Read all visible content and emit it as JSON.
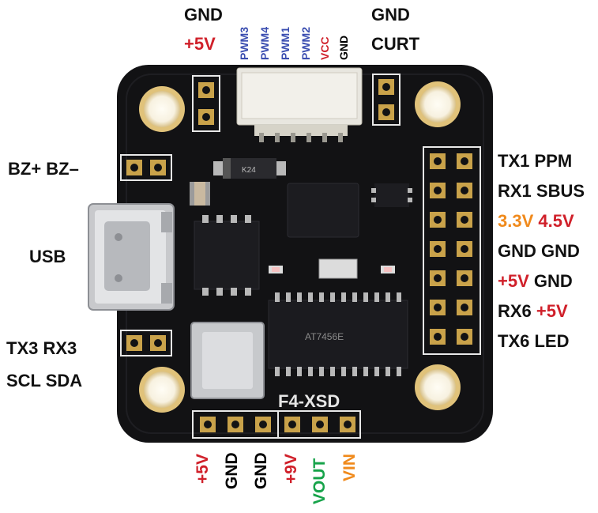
{
  "top_left": {
    "line1": "GND",
    "line2": "+5V"
  },
  "top_right": {
    "line1": "GND",
    "line2": "CURT"
  },
  "top_connector": [
    "PWM3",
    "PWM4",
    "PWM1",
    "PWM2",
    "VCC",
    "GND"
  ],
  "left": {
    "buzzer": "BZ+ BZ–",
    "usb": "USB",
    "uart3_tx": "TX3",
    "uart3_rx": "RX3",
    "i2c_scl": "SCL",
    "i2c_sda": "SDA"
  },
  "right": {
    "row1_a": "TX1",
    "row1_b": "PPM",
    "row2_a": "RX1",
    "row2_b": "SBUS",
    "row3_a": "3.3V",
    "row3_b": "4.5V",
    "row4_a": "GND",
    "row4_b": "GND",
    "row5_a": "+5V",
    "row5_b": "GND",
    "row6_a": "RX6",
    "row6_b": "+5V",
    "row7_a": "TX6",
    "row7_b": "LED"
  },
  "bottom": [
    "+5V",
    "GND",
    "GND",
    "+9V",
    "VOUT",
    "VIN"
  ],
  "board": {
    "silk_name": "F4-XSD",
    "diode_mark": "K24",
    "mcu_mark": "AT7456E",
    "colors": {
      "pcb": "#121214",
      "pad": "#c9a24a",
      "gold_ring": "#e0c27a",
      "connector": "#e8e6df"
    }
  }
}
